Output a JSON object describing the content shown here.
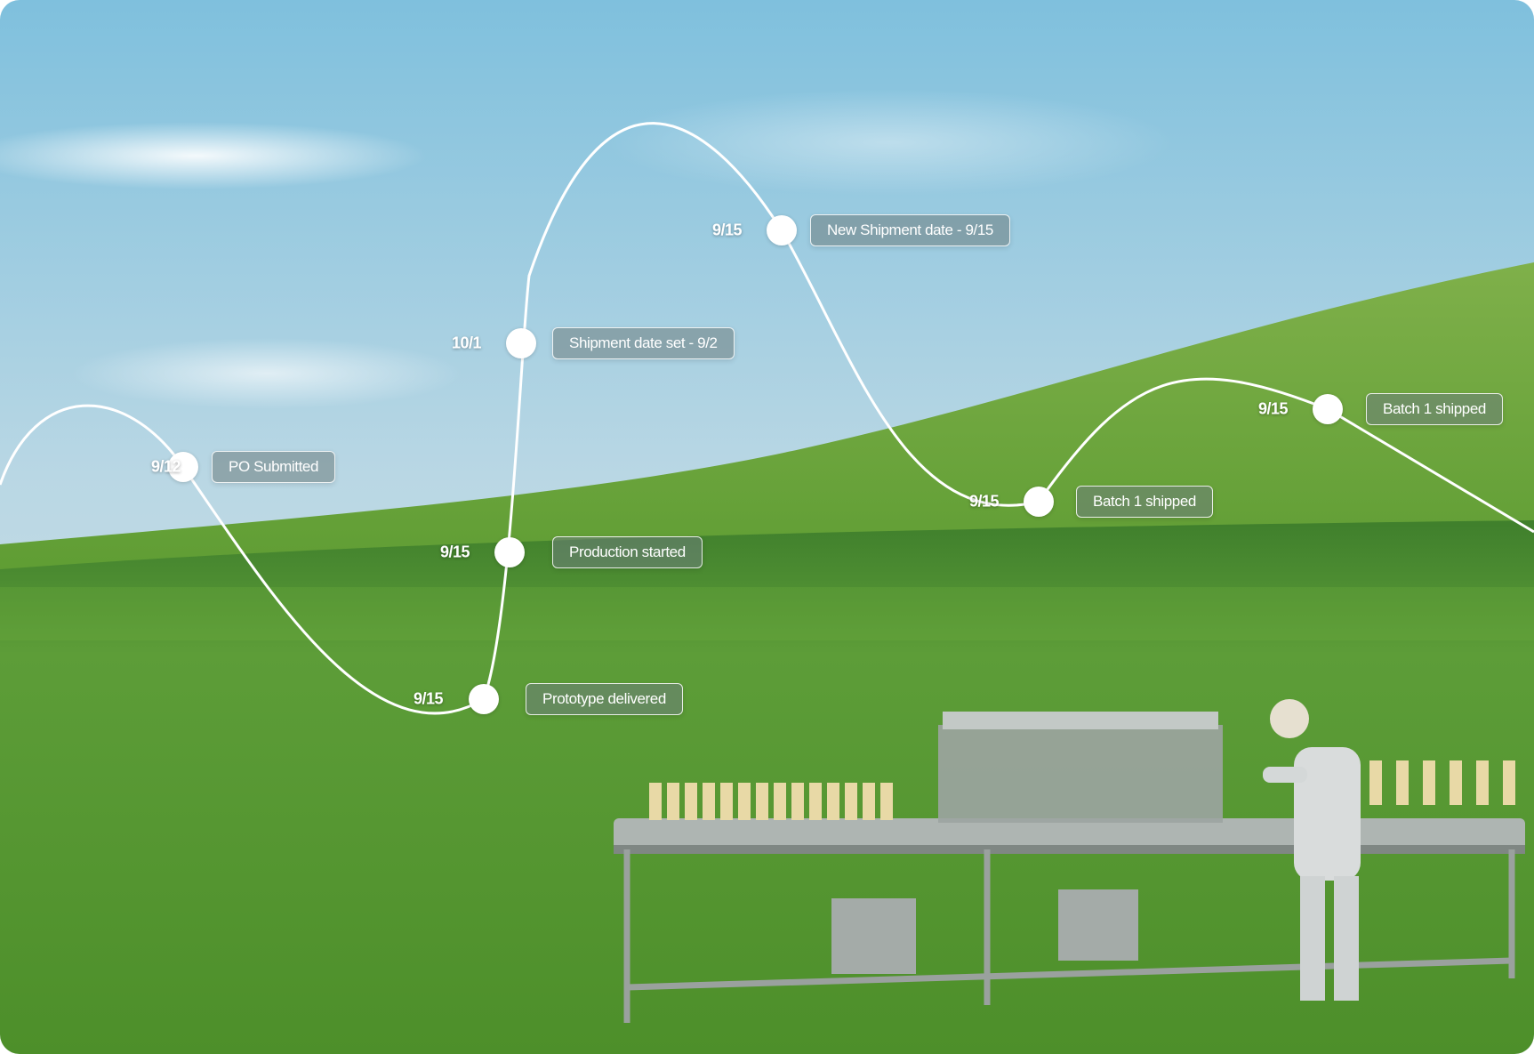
{
  "milestones": [
    {
      "date": "9/12",
      "label": "PO Submitted"
    },
    {
      "date": "9/15",
      "label": "Prototype delivered"
    },
    {
      "date": "9/15",
      "label": "Production started"
    },
    {
      "date": "10/1",
      "label": "Shipment date set - 9/2"
    },
    {
      "date": "9/15",
      "label": "New Shipment date  - 9/15"
    },
    {
      "date": "9/15",
      "label": "Batch 1 shipped"
    },
    {
      "date": "9/15",
      "label": "Batch 1 shipped"
    }
  ],
  "colors": {
    "sky_top": "#86c3de",
    "sky_bottom": "#d7e6ec",
    "grass": "#4f8f2c",
    "line": "#ffffff"
  }
}
